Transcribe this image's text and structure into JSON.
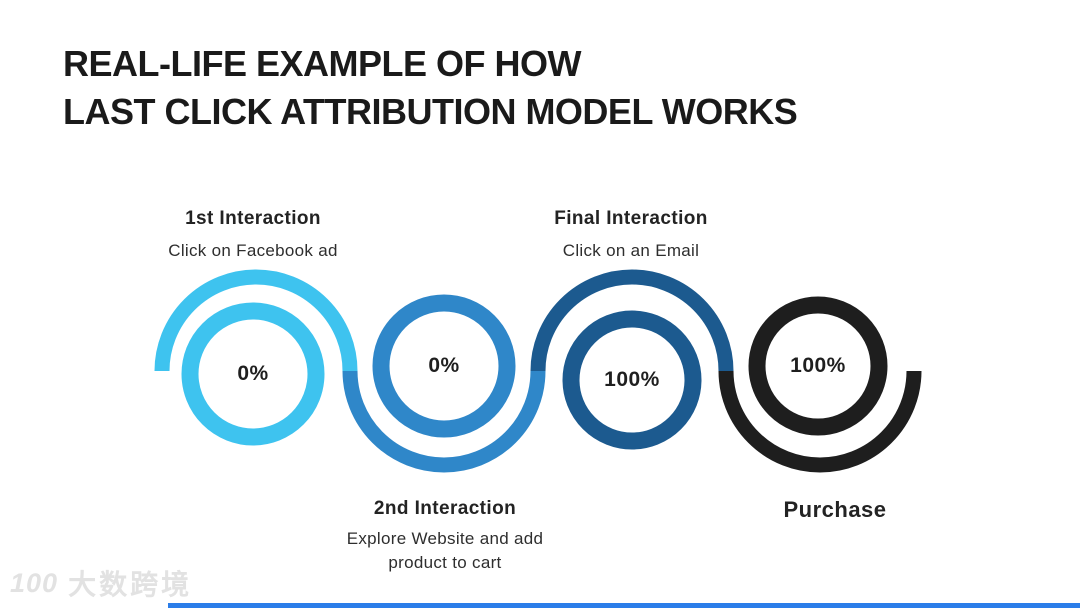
{
  "title": {
    "line1": "REAL-LIFE EXAMPLE OF HOW",
    "line2": "LAST CLICK ATTRIBUTION MODEL WORKS"
  },
  "nodes": [
    {
      "id": "first-interaction",
      "label": "1st Interaction",
      "sublabel": "Click on Facebook ad",
      "value": "0%",
      "color": "#3EC3EF",
      "label_position": "top"
    },
    {
      "id": "second-interaction",
      "label": "2nd Interaction",
      "sublabel": "Explore Website and add product to cart",
      "value": "0%",
      "color": "#2F87C9",
      "label_position": "bottom"
    },
    {
      "id": "final-interaction",
      "label": "Final Interaction",
      "sublabel": "Click on an Email",
      "value": "100%",
      "color": "#1C5A8F",
      "label_position": "top"
    },
    {
      "id": "purchase",
      "label": "Purchase",
      "sublabel": "",
      "value": "100%",
      "color": "#1E1E1E",
      "label_position": "bottom"
    }
  ],
  "watermark": {
    "logo": "100",
    "text": "大数跨境"
  },
  "colors": {
    "background": "#FFFFFF",
    "title_text": "#1A1A1A",
    "label_text": "#232323",
    "value_text": "#1F1F1F",
    "watermark": "#E2E2E2",
    "bottom_bar": "#2B7DE9"
  }
}
